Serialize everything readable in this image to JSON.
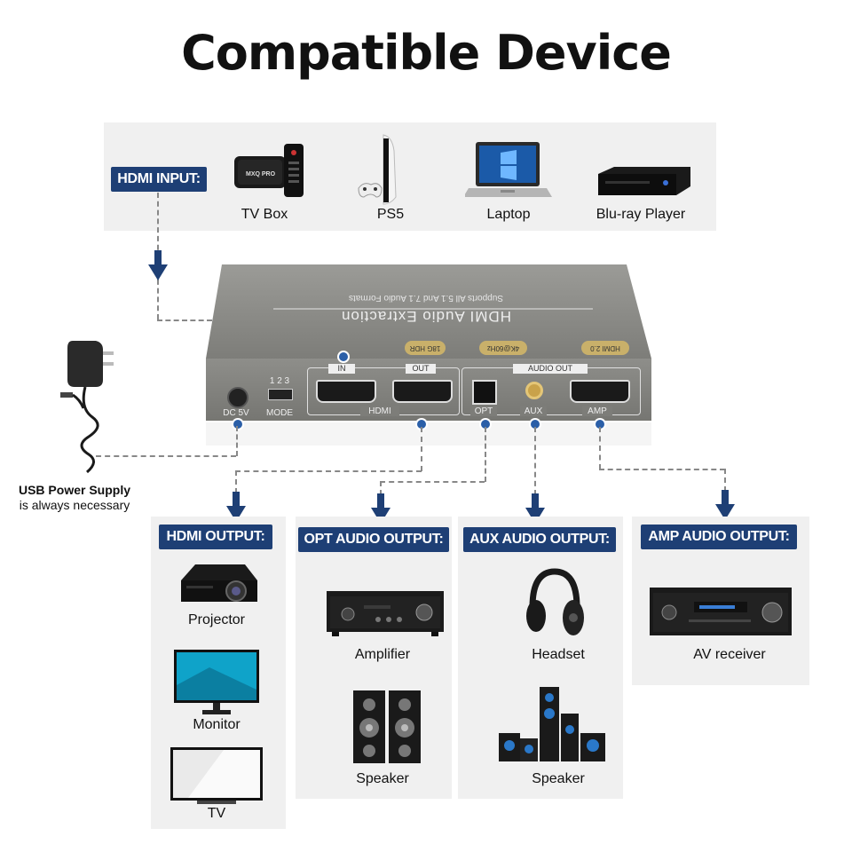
{
  "title": "Compatible Device",
  "input": {
    "badge": "HDMI INPUT:",
    "devices": [
      "TV Box",
      "PS5",
      "Laptop",
      "Blu-ray Player"
    ]
  },
  "extractor": {
    "top_title": "HDMI Audio Extraction",
    "top_subtitle": "Supports All 5.1 And 7.1 Audio Formats",
    "chips": [
      "HDMI 2.0",
      "4K@60Hz",
      "18G HDR"
    ],
    "port_labels": {
      "dc": "DC 5V",
      "mode_nums": "1 2 3",
      "mode": "MODE",
      "in": "IN",
      "out": "OUT",
      "hdmi": "HDMI",
      "audio_out": "AUDIO OUT",
      "opt": "OPT",
      "aux": "AUX",
      "amp": "AMP"
    }
  },
  "power": {
    "line1": "USB Power Supply",
    "line2": "is always necessary"
  },
  "outputs": [
    {
      "badge": "HDMI OUTPUT:",
      "devices": [
        "Projector",
        "Monitor",
        "TV"
      ]
    },
    {
      "badge": "OPT AUDIO OUTPUT:",
      "devices": [
        "Amplifier",
        "Speaker"
      ]
    },
    {
      "badge": "AUX AUDIO OUTPUT:",
      "devices": [
        "Headset",
        "Speaker"
      ]
    },
    {
      "badge": "AMP AUDIO OUTPUT:",
      "devices": [
        "AV receiver"
      ]
    }
  ],
  "colors": {
    "badge": "#1e3f75",
    "panel": "#f0f0f0",
    "device_body": "#8a8a86"
  }
}
